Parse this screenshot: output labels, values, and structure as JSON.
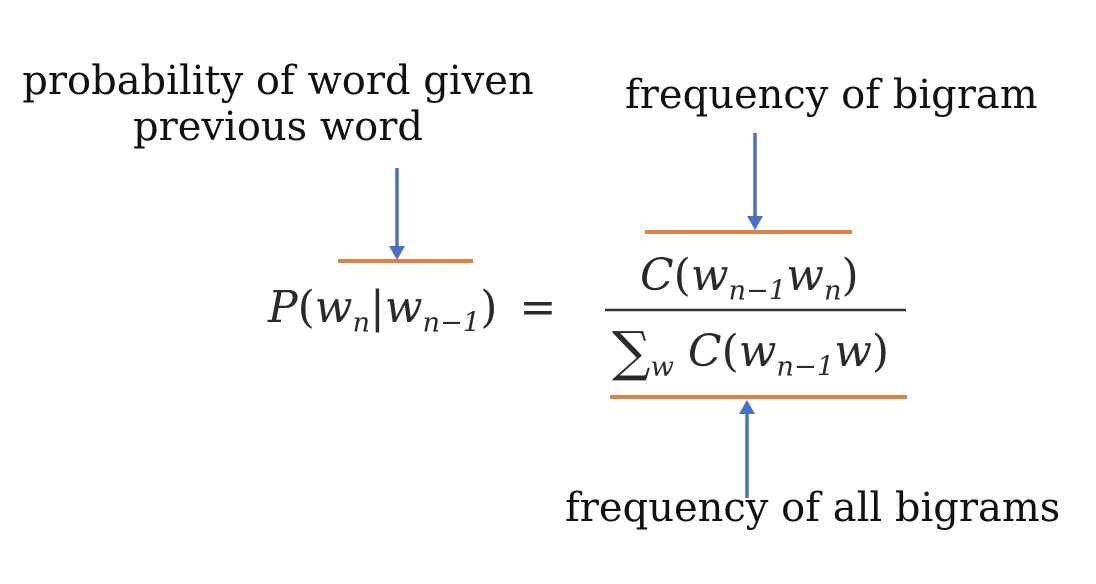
{
  "labels": {
    "probability_line1": "probability of word given",
    "probability_line2": "previous word",
    "bigram_frequency": "frequency of bigram",
    "all_bigrams_frequency": "frequency of all bigrams"
  },
  "formula": {
    "lhs_function": "P",
    "lhs_var": "w",
    "lhs_sub": "n",
    "bar": "|",
    "cond_var": "w",
    "cond_sub": "n−1",
    "equals": "=",
    "num_function": "C",
    "num_var1": "w",
    "num_sub1": "n−1",
    "num_var2": "w",
    "num_sub2": "n",
    "sum_symbol": "∑",
    "sum_sub": "w",
    "den_function": "C",
    "den_var1": "w",
    "den_sub1": "n−1",
    "den_var2": "w"
  },
  "colors": {
    "arrow": "#4a72c4",
    "underline": "#dc8447",
    "text": "#111111"
  }
}
